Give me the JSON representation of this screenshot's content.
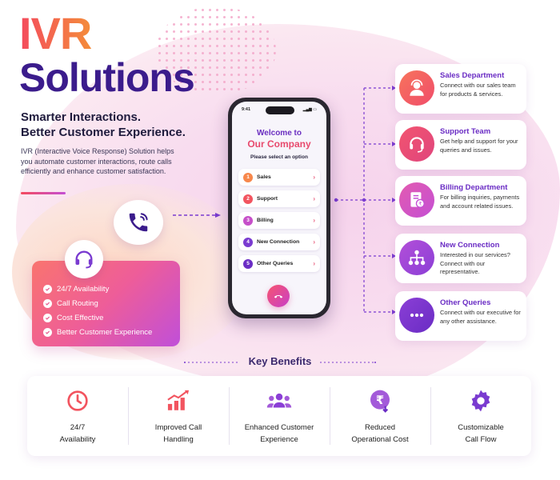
{
  "hero": {
    "title_line1": "IVR",
    "title_line2": "Solutions",
    "subtitle_line1": "Smarter Interactions.",
    "subtitle_line2": "Better Customer Experience.",
    "description": "IVR (Interactive Voice Response) Solution helps you automate customer interactions, route calls efficiently and enhance customer satisfaction."
  },
  "features": {
    "items": [
      "24/7 Availability",
      "Call Routing",
      "Cost Effective",
      "Better Customer Experience"
    ]
  },
  "phone": {
    "time": "9:41",
    "welcome": "Welcome to",
    "company": "Our Company",
    "prompt": "Please select an option",
    "menu": [
      {
        "num": "1",
        "label": "Sales",
        "color": "#f7874b"
      },
      {
        "num": "2",
        "label": "Support",
        "color": "#f2545f"
      },
      {
        "num": "3",
        "label": "Billing",
        "color": "#c64fc9"
      },
      {
        "num": "4",
        "label": "New Connection",
        "color": "#7a3bd0"
      },
      {
        "num": "5",
        "label": "Other Queries",
        "color": "#6a2cc4"
      }
    ]
  },
  "departments": [
    {
      "title": "Sales Department",
      "desc": "Connect with our sales team for products & services.",
      "icon": "sales-agent-icon"
    },
    {
      "title": "Support Team",
      "desc": "Get help and support for your queries and issues.",
      "icon": "headset-icon"
    },
    {
      "title": "Billing Department",
      "desc": "For billing inquiries, payments and account related issues.",
      "icon": "invoice-icon"
    },
    {
      "title": "New Connection",
      "desc": "Interested in our services? Connect with our representative.",
      "icon": "network-icon"
    },
    {
      "title": "Other Queries",
      "desc": "Connect with our executive for any other assistance.",
      "icon": "chat-dots-icon"
    }
  ],
  "key_benefits": {
    "title": "Key Benefits",
    "items": [
      {
        "line1": "24/7",
        "line2": "Availability",
        "icon": "clock-icon"
      },
      {
        "line1": "Improved Call",
        "line2": "Handling",
        "icon": "growth-chart-icon"
      },
      {
        "line1": "Enhanced Customer",
        "line2": "Experience",
        "icon": "users-icon"
      },
      {
        "line1": "Reduced",
        "line2": "Operational Cost",
        "icon": "rupee-down-icon"
      },
      {
        "line1": "Customizable",
        "line2": "Call Flow",
        "icon": "gear-icon"
      }
    ]
  },
  "colors": {
    "purple": "#6a2cc4",
    "coral": "#f2545f",
    "orange": "#f48c3a",
    "navy": "#3b1c8c"
  }
}
